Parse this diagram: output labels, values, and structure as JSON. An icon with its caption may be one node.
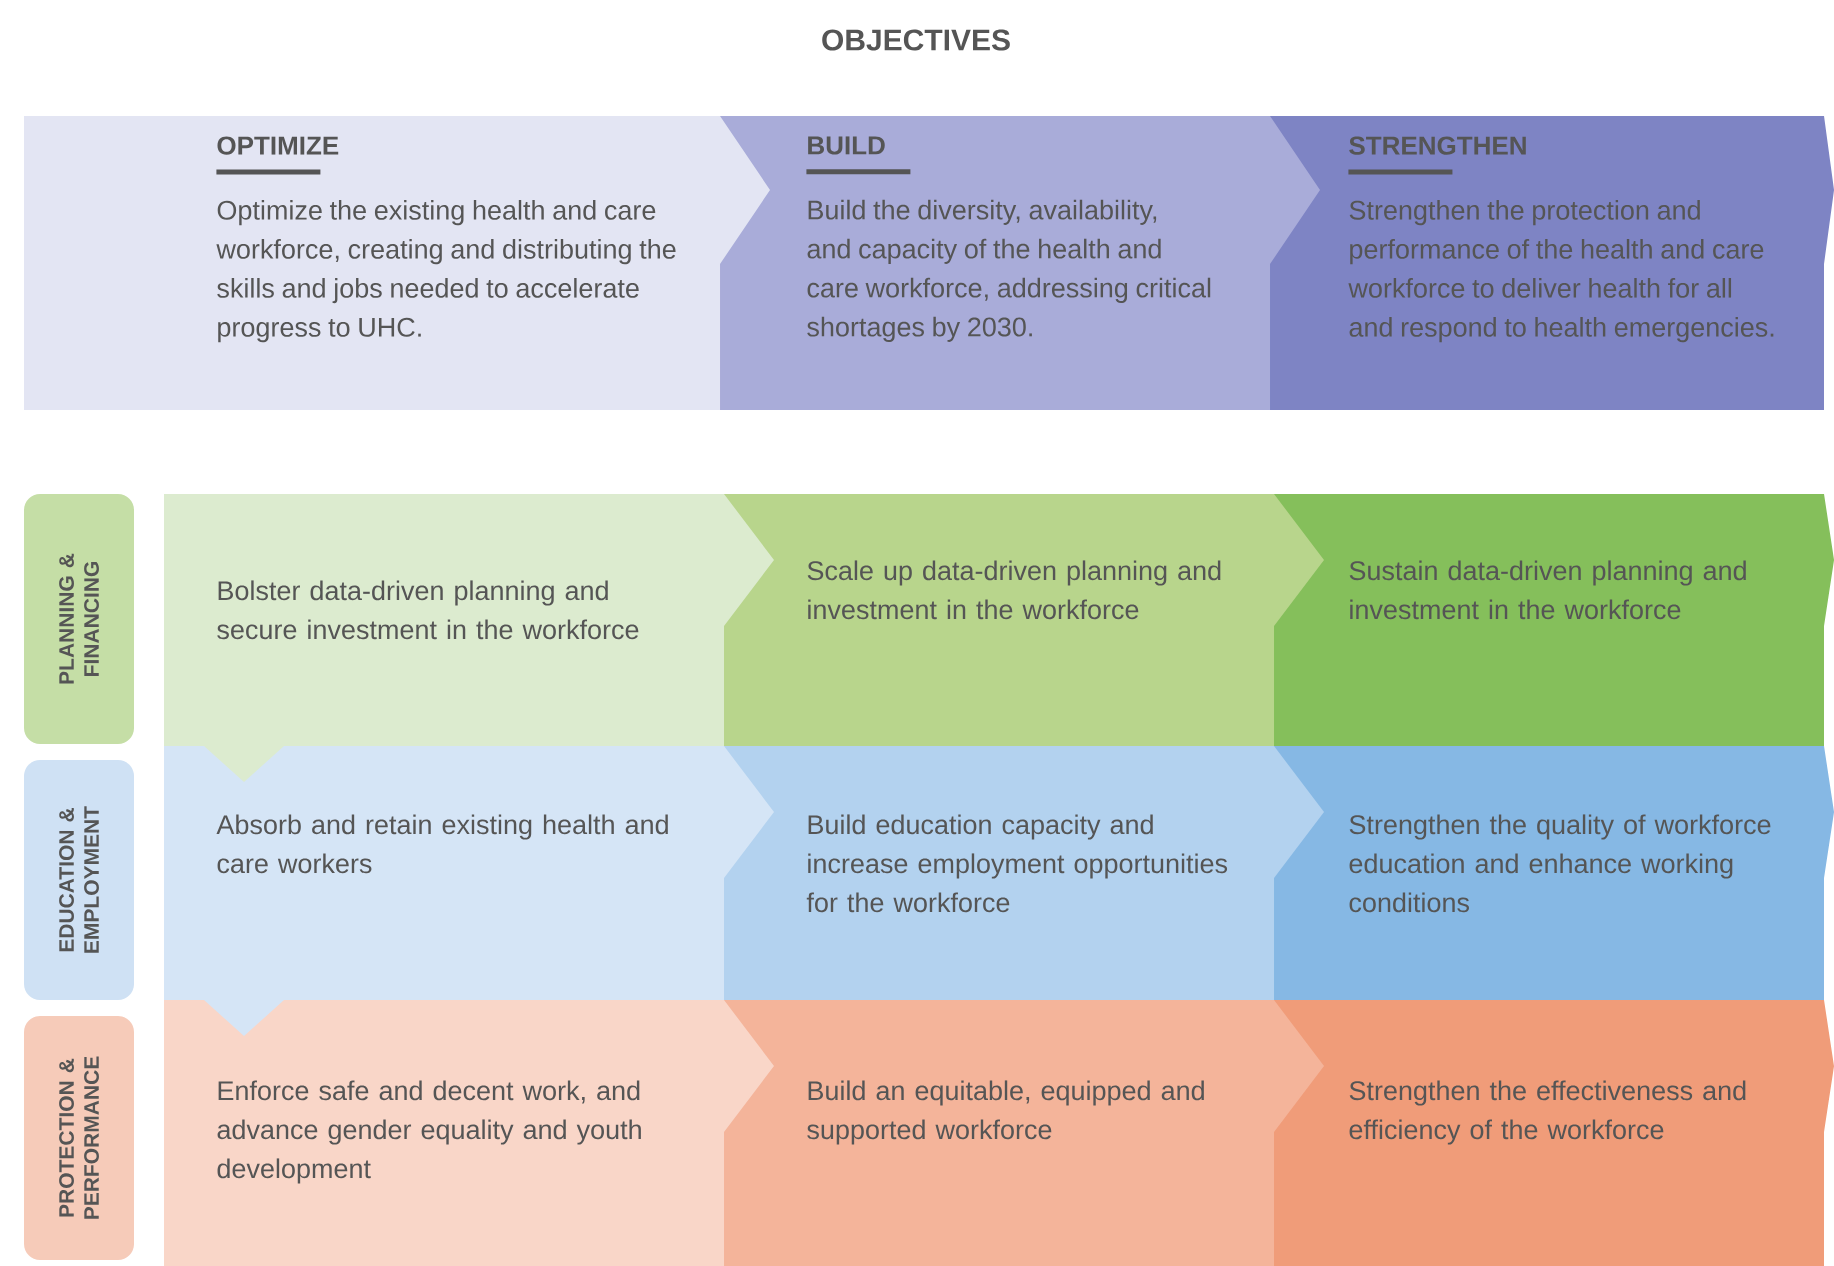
{
  "diagram": {
    "title": "OBJECTIVES",
    "nodes": [
      {
        "text": [
          "OPTIMIZE",
          "Optimize the existing health and care workforce, creating and distributing the skills and jobs needed to accelerate progress to UHC."
        ]
      },
      {
        "text": [
          "BUILD",
          "Build the diversity, availability, and capacity of the health and care workforce, addressing critical shortages by 2030."
        ]
      },
      {
        "text": [
          "STRENGTHEN",
          "Strengthen the protection and performance of the health and care workforce to deliver health for all and respond to health emergencies."
        ]
      },
      {
        "text": [
          "PLANNING & FINANCING"
        ]
      },
      {
        "text": [
          "Bolster data-driven planning and secure investment in the workforce"
        ]
      },
      {
        "text": [
          "Scale up data-driven planning and investment in the workforce"
        ]
      },
      {
        "text": [
          "Sustain data-driven planning and investment in the workforce"
        ]
      },
      {
        "text": [
          "EDUCATION & EMPLOYMENT"
        ]
      },
      {
        "text": [
          "Absorb and retain existing health and care workers"
        ]
      },
      {
        "text": [
          "Build education capacity and increase employment opportunities for the workforce"
        ]
      },
      {
        "text": [
          "Strengthen the quality of workforce education and enhance working conditions"
        ]
      },
      {
        "text": [
          "PROTECTION & PERFORMANCE"
        ]
      },
      {
        "text": [
          "Enforce safe and decent work, and advance gender equality and youth development"
        ]
      },
      {
        "text": [
          "Build an equitable, equipped and supported workforce"
        ]
      },
      {
        "text": [
          "Strengthen the effectiveness and efficiency of the workforce"
        ]
      }
    ]
  }
}
